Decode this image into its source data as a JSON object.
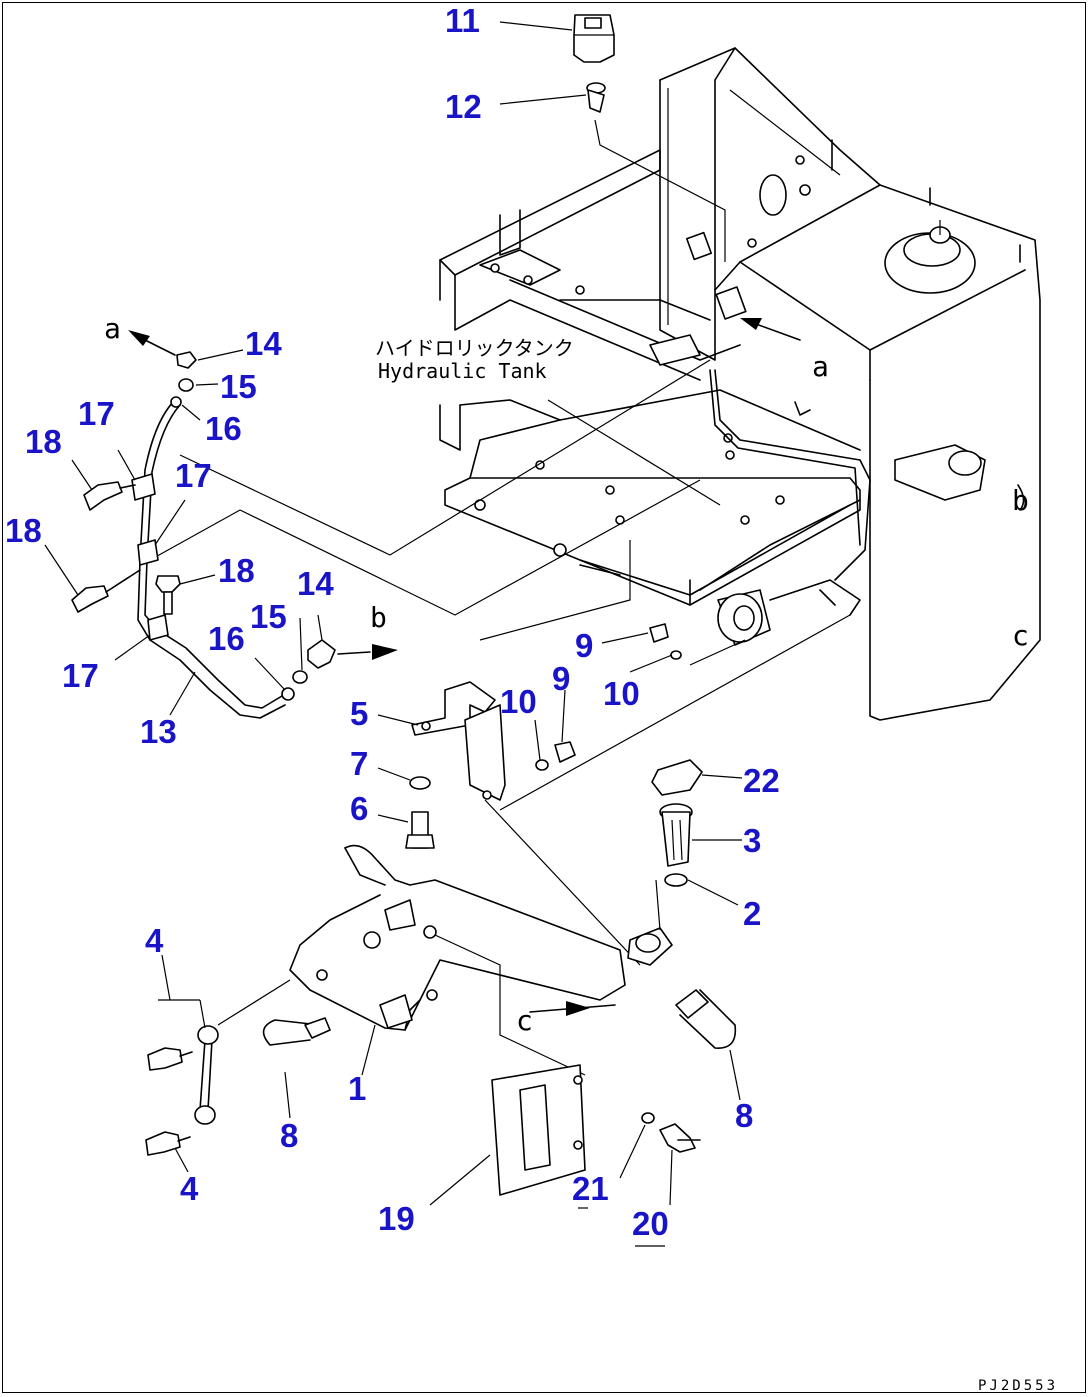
{
  "diagram": {
    "drawing_code": "PJ2D553",
    "tank_label_jp": "ハイドロリックタンク",
    "tank_label_en": "Hydraulic Tank",
    "ref_labels": [
      "a",
      "a",
      "b",
      "b",
      "c",
      "c"
    ],
    "callouts": [
      {
        "id": "c11",
        "text": "11"
      },
      {
        "id": "c12",
        "text": "12"
      },
      {
        "id": "c14a",
        "text": "14"
      },
      {
        "id": "c15a",
        "text": "15"
      },
      {
        "id": "c16a",
        "text": "16"
      },
      {
        "id": "c17a",
        "text": "17"
      },
      {
        "id": "c18a",
        "text": "18"
      },
      {
        "id": "c17b",
        "text": "17"
      },
      {
        "id": "c18b",
        "text": "18"
      },
      {
        "id": "c18c",
        "text": "18"
      },
      {
        "id": "c14b",
        "text": "14"
      },
      {
        "id": "c15b",
        "text": "15"
      },
      {
        "id": "c16b",
        "text": "16"
      },
      {
        "id": "c17c",
        "text": "17"
      },
      {
        "id": "c13",
        "text": "13"
      },
      {
        "id": "c9a",
        "text": "9"
      },
      {
        "id": "c9b",
        "text": "9"
      },
      {
        "id": "c10a",
        "text": "10"
      },
      {
        "id": "c10b",
        "text": "10"
      },
      {
        "id": "c5",
        "text": "5"
      },
      {
        "id": "c7",
        "text": "7"
      },
      {
        "id": "c6",
        "text": "6"
      },
      {
        "id": "c22",
        "text": "22"
      },
      {
        "id": "c3",
        "text": "3"
      },
      {
        "id": "c2",
        "text": "2"
      },
      {
        "id": "c4a",
        "text": "4"
      },
      {
        "id": "c4b",
        "text": "4"
      },
      {
        "id": "c1",
        "text": "1"
      },
      {
        "id": "c8a",
        "text": "8"
      },
      {
        "id": "c8b",
        "text": "8"
      },
      {
        "id": "c19",
        "text": "19"
      },
      {
        "id": "c21",
        "text": "21"
      },
      {
        "id": "c20",
        "text": "20"
      }
    ]
  }
}
